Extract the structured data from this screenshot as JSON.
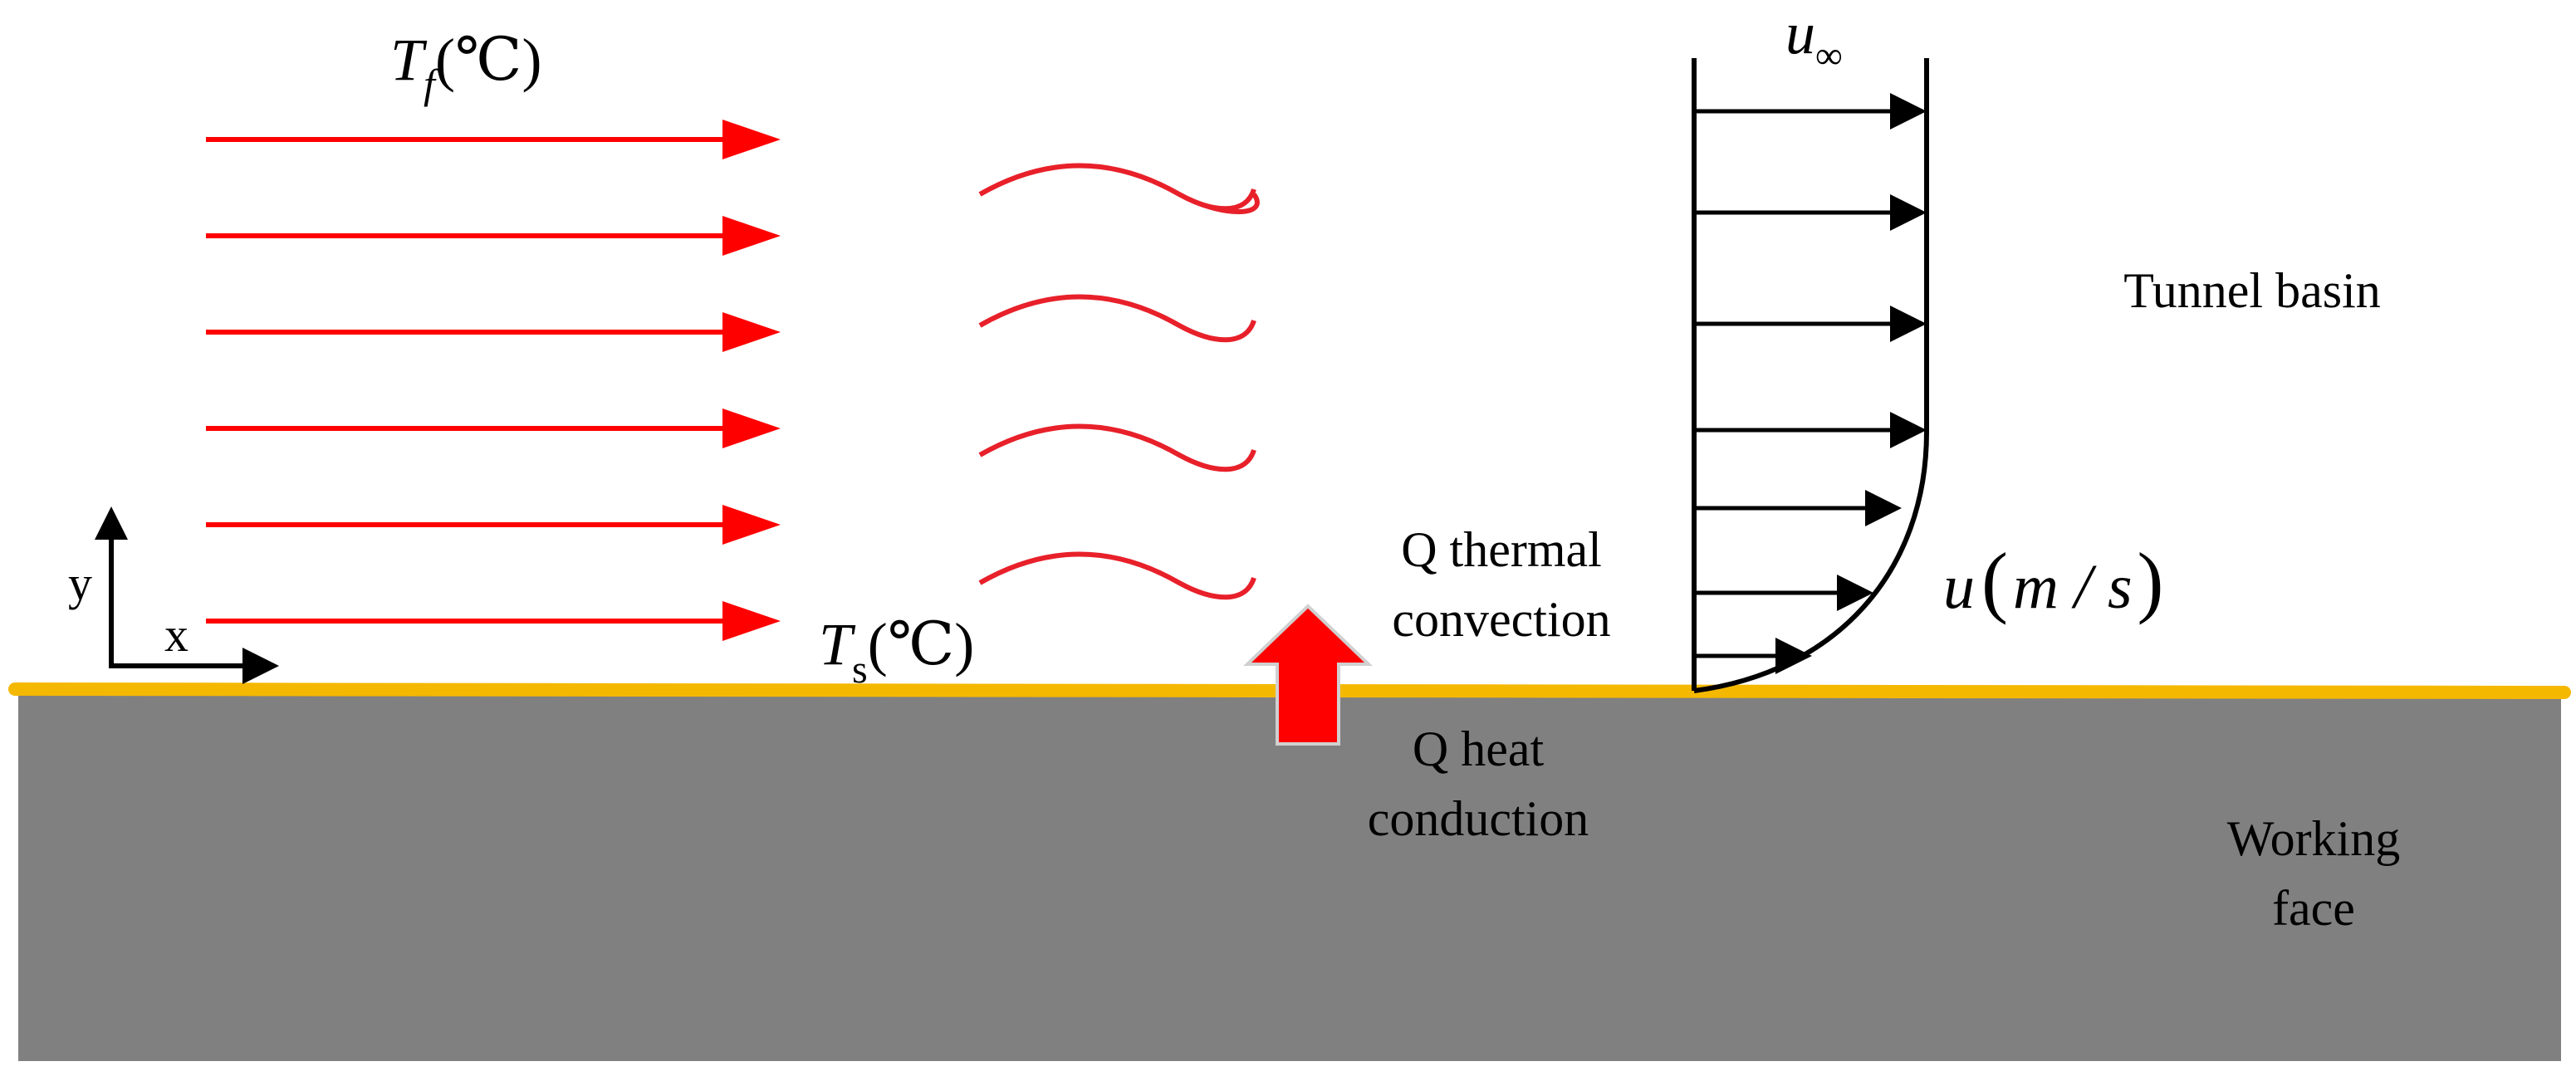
{
  "labels": {
    "fluid_temp_symbol": "T",
    "fluid_temp_subscript": "f",
    "fluid_temp_unit": "(℃)",
    "surface_temp_symbol": "T",
    "surface_temp_subscript": "s",
    "surface_temp_unit": "(℃)",
    "freestream_velocity_symbol": "u",
    "freestream_velocity_subscript": "∞",
    "velocity_symbol": "u",
    "velocity_open_paren": "(",
    "velocity_unit": "m / s",
    "velocity_close_paren": ")",
    "axis_y": "y",
    "axis_x": "x",
    "convection_line1": "Q thermal",
    "convection_line2": "convection",
    "conduction_line1": "Q heat",
    "conduction_line2": "conduction",
    "region_top": "Tunnel basin",
    "region_bottom_line1": "Working",
    "region_bottom_line2": "face"
  },
  "colors": {
    "flow_arrows": "#ff0000",
    "waves": "#e8202a",
    "heat_arrow_fill": "#ff0000",
    "surface_line": "#f5b800",
    "working_face": "#808080",
    "profile": "#000000"
  }
}
